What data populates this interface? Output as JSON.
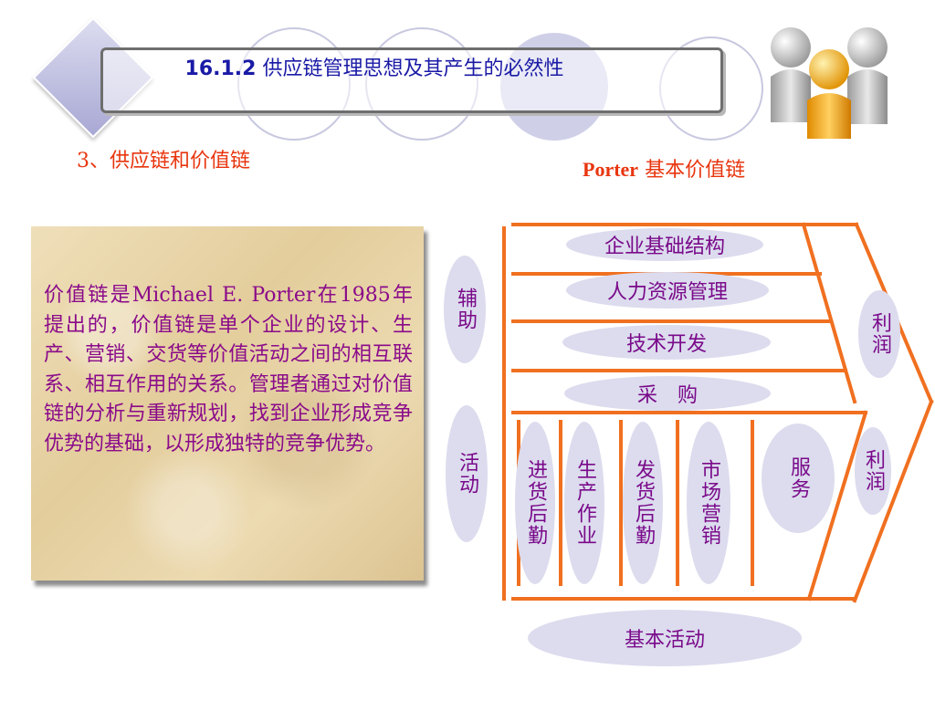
{
  "header": {
    "title_number": "16.1.2",
    "title_text": "供应链管理思想及其产生的必然性"
  },
  "section": {
    "heading": "3、供应链和价值链"
  },
  "chart": {
    "heading_latin": "Porter",
    "heading_cn": "基本价值链"
  },
  "card": {
    "paragraph": "价值链是Michael E. Porter在1985年提出的，价值链是单个企业的设计、生产、营销、交货等价值活动之间的相互联系、相互作用的关系。管理者通过对价值链的分析与重新规划，找到企业形成竞争优势的基础，以形成独特的竞争优势。"
  },
  "value_chain": {
    "support_group_label": "辅助",
    "primary_group_label": "活动",
    "support_activities": [
      "企业基础结构",
      "人力资源管理",
      "技术开发",
      "采　购"
    ],
    "primary_activities": [
      "进货后勤",
      "生产作业",
      "发货后勤",
      "市场营销",
      "服务"
    ],
    "margin_top": "利润",
    "margin_bottom": "利润",
    "footer_label": "基本活动"
  },
  "colors": {
    "accent_orange": "#f07020",
    "text_purple": "#7a0a8a",
    "heading_red": "#e8350e",
    "title_blue": "#1a1aa6",
    "pill_fill": "#dcdcee"
  },
  "icons": {
    "people": "two-people-icon"
  }
}
